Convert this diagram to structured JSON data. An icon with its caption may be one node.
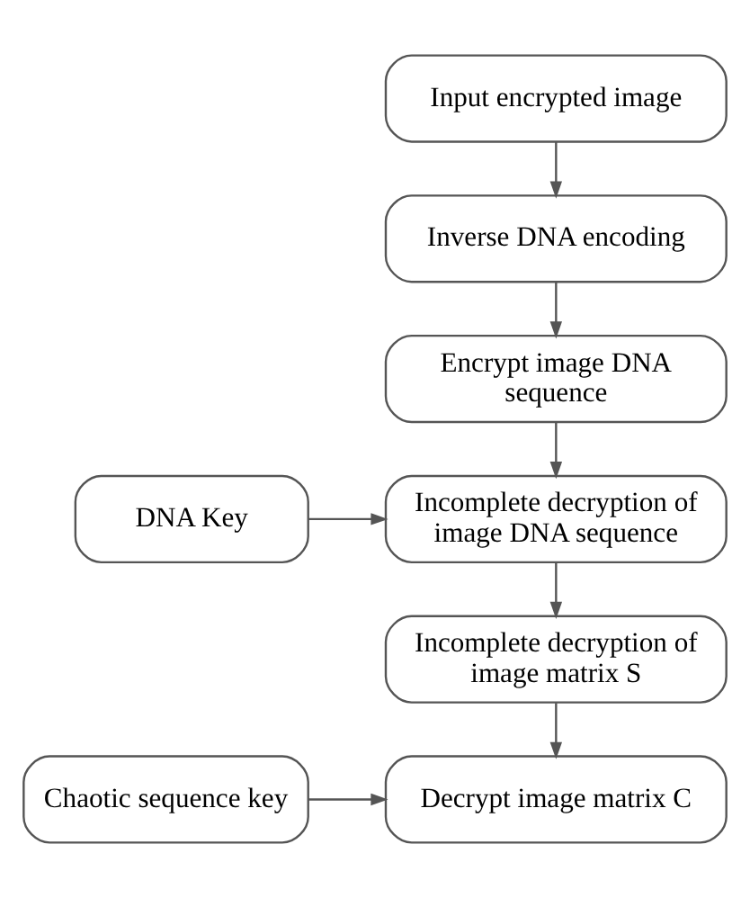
{
  "diagram": {
    "nodes": [
      {
        "text": [
          "Input encrypted image"
        ]
      },
      {
        "text": [
          "Inverse DNA encoding"
        ]
      },
      {
        "text": [
          "Encrypt image DNA sequence"
        ]
      },
      {
        "text": [
          "DNA Key"
        ]
      },
      {
        "text": [
          "Incomplete decryption of image DNA sequence"
        ]
      },
      {
        "text": [
          "Incomplete decryption of image matrix S"
        ]
      },
      {
        "text": [
          "Chaotic sequence key"
        ]
      },
      {
        "text": [
          "Decrypt image matrix C"
        ]
      }
    ],
    "edges": [
      {
        "from": 0,
        "to": 1,
        "arrow": "to"
      },
      {
        "from": 1,
        "to": 2,
        "arrow": "to"
      },
      {
        "from": 2,
        "to": 4,
        "arrow": "to"
      },
      {
        "from": 3,
        "to": 4,
        "arrow": "to"
      },
      {
        "from": 4,
        "to": 5,
        "arrow": "to"
      },
      {
        "from": 5,
        "to": 7,
        "arrow": "to"
      },
      {
        "from": 6,
        "to": 7,
        "arrow": "to"
      }
    ]
  }
}
